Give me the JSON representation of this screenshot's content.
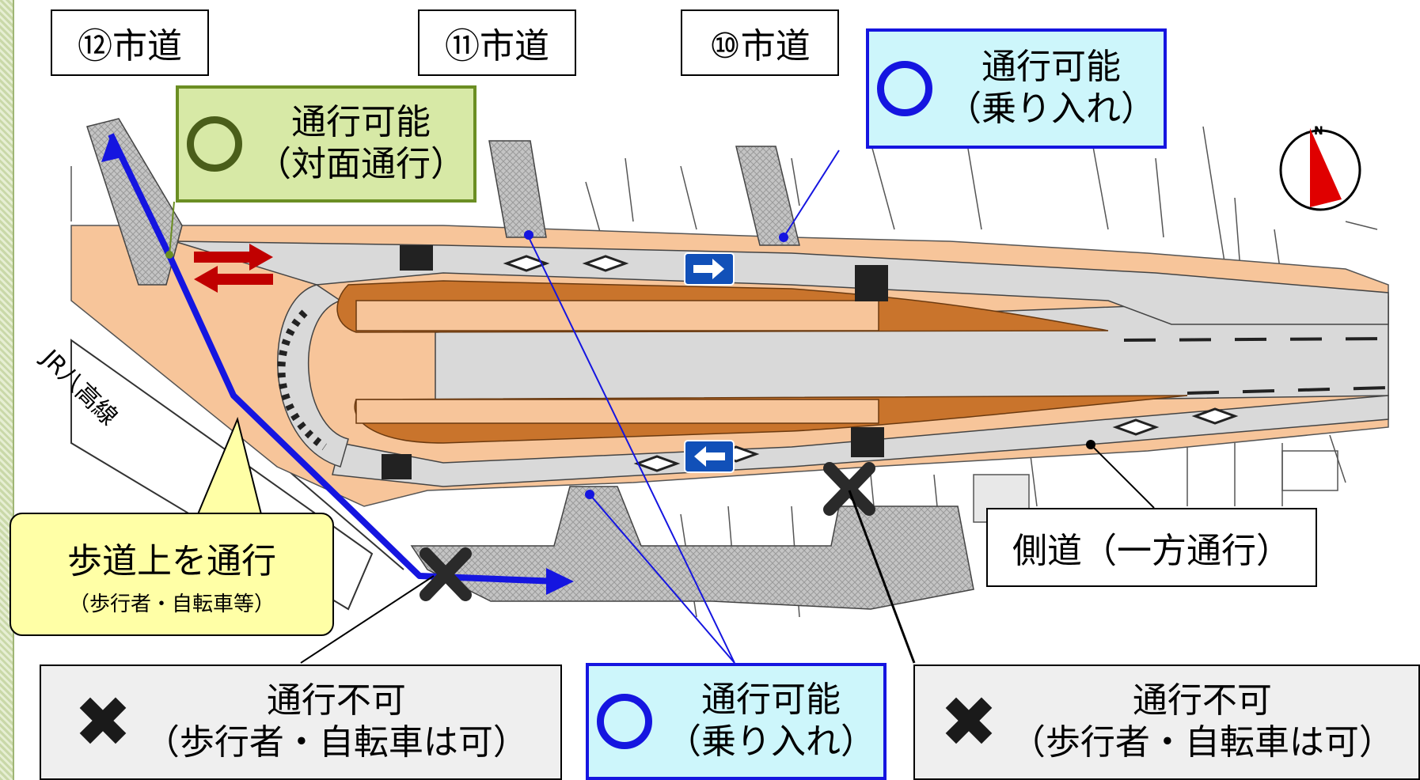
{
  "road_labels": {
    "road_12": "⑫市道",
    "road_11": "⑪市道",
    "road_10": "⑩市道"
  },
  "callouts": {
    "two_way": {
      "status": "通行可能",
      "note": "（対面通行）"
    },
    "drive_in_top": {
      "status": "通行可能",
      "note": "（乗り入れ）"
    },
    "drive_in_bottom": {
      "status": "通行可能",
      "note": "（乗り入れ）"
    },
    "sidewalk": {
      "status": "歩道上を通行",
      "note": "（歩行者・自転車等）"
    },
    "side_road": {
      "text": "側道（一方通行）"
    },
    "no_pass_left": {
      "status": "通行不可",
      "note": "（歩行者・自転車は可）"
    },
    "no_pass_right": {
      "status": "通行不可",
      "note": "（歩行者・自転車は可）"
    }
  },
  "map_labels": {
    "railway": "JR八高線",
    "compass_north": "N"
  },
  "colors": {
    "sidewalk_orange": "#f7c59a",
    "planting_brown": "#c9742c",
    "road_gray": "#d9d9d9",
    "route_blue": "#1515e0",
    "arrow_red": "#c00000",
    "callout_green_fill": "#d7e9a6",
    "callout_green_border": "#6b8e23",
    "callout_cyan_fill": "#cdf6fb",
    "callout_yellow_fill": "#ffffa6",
    "callout_gray_fill": "#efefef",
    "sign_blue": "#1150b8",
    "compass_red": "#e00000"
  },
  "icons": {
    "ok": "circle-icon",
    "ng": "cross-icon",
    "one_way": "one-way-arrow-icon",
    "compass": "north-compass-icon"
  }
}
